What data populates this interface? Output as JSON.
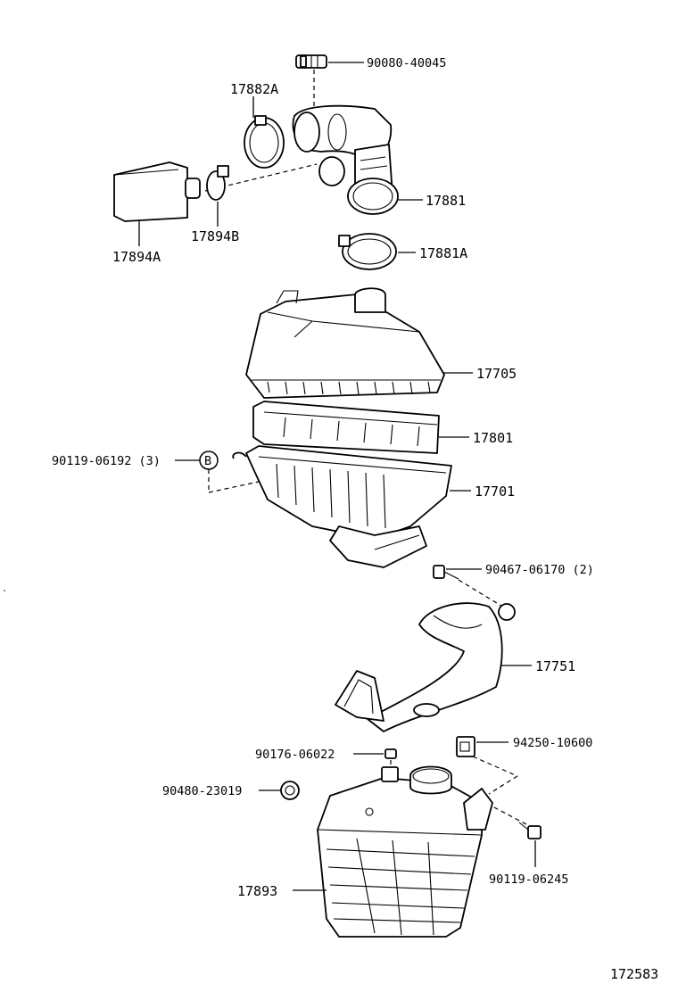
{
  "diagram_id": "172583",
  "callout_letter": "B",
  "parts": {
    "sensor": "90080-40045",
    "clamp_top": "17882A",
    "hose_inlet": "17881",
    "resonator": "17894A",
    "clamp_small": "17894B",
    "clamp_lower": "17881A",
    "cap": "17705",
    "element": "17801",
    "case": "17701",
    "clip": "90119-06192 (3)",
    "bolt_inlet": "90467-06170 (2)",
    "inlet_duct": "17751",
    "grommet_top": "90176-06022",
    "grommet_side": "90480-23019",
    "nut": "94250-10600",
    "bolt_case": "90119-06245",
    "resonator_box": "17893"
  }
}
